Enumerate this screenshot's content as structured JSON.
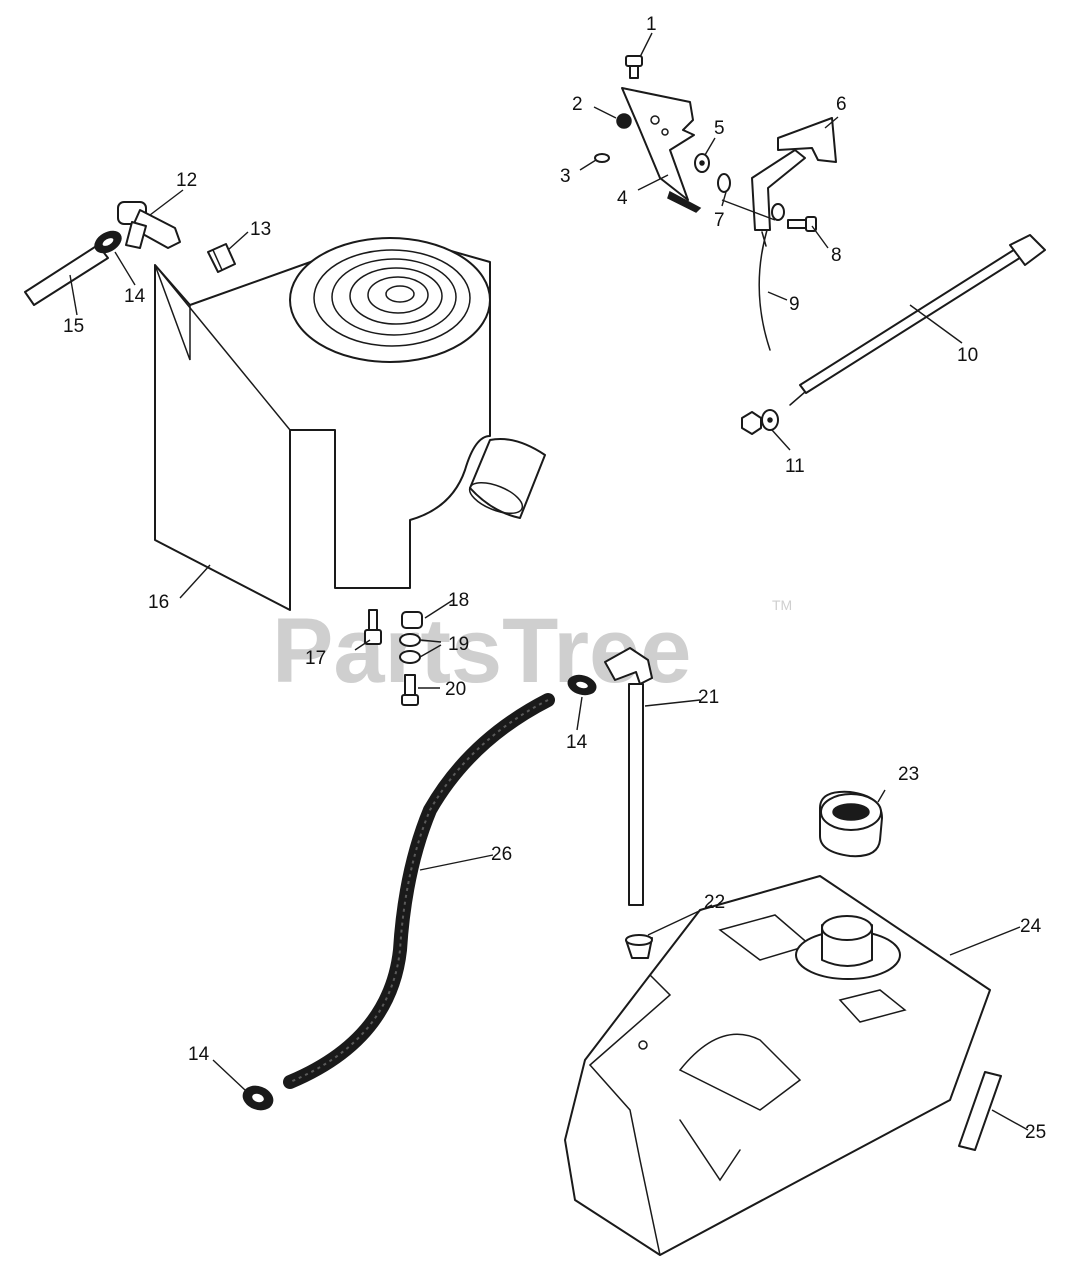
{
  "watermark": {
    "text": "PartsTree",
    "mark": "TM"
  },
  "callouts": [
    "1",
    "2",
    "3",
    "4",
    "5",
    "6",
    "7",
    "8",
    "9",
    "10",
    "11",
    "12",
    "13",
    "14",
    "14",
    "15",
    "16",
    "17",
    "18",
    "19",
    "20",
    "14",
    "21",
    "22",
    "23",
    "24",
    "14",
    "25",
    "26"
  ],
  "colors": {
    "line": "#1a1a1a",
    "watermark": "#cfcfcf",
    "background": "#ffffff"
  }
}
